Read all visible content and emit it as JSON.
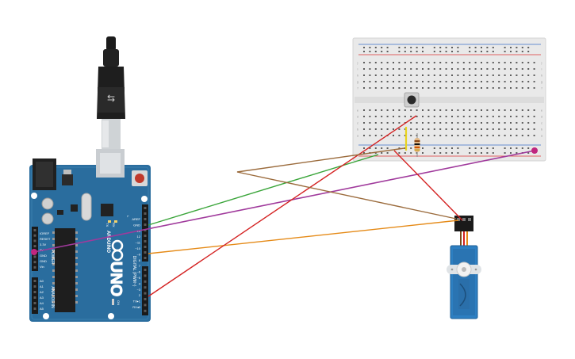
{
  "arduino": {
    "board_name": "UNO",
    "brand": "ARDUINO",
    "digital_label": "DIGITAL (PWM~)",
    "power_label": "POWER",
    "analog_label": "ANALOG IN",
    "tx_label": "TX",
    "rx_label": "RX",
    "led_label": "L",
    "on_label": "ON",
    "header_right": [
      "AREF",
      "GND",
      "13",
      "12",
      "~11",
      "~10",
      "~9",
      "8",
      "7",
      "~6",
      "~5",
      "4",
      "~3",
      "2",
      "TX▸1",
      "RX◂0"
    ],
    "header_power": [
      "IOREF",
      "RESET",
      "3.3V",
      "5V",
      "GND",
      "GND",
      "Vin"
    ],
    "header_analog": [
      "A0",
      "A1",
      "A2",
      "A3",
      "A4",
      "A5"
    ]
  },
  "breadboard": {
    "row_letters_top": [
      "j",
      "i",
      "h",
      "g",
      "f"
    ],
    "row_letters_bottom": [
      "e",
      "d",
      "c",
      "b",
      "a"
    ]
  },
  "wires": [
    {
      "name": "green",
      "color": "#3aa53a"
    },
    {
      "name": "purple",
      "color": "#a03a9c"
    },
    {
      "name": "orange",
      "color": "#e58a17"
    },
    {
      "name": "red-signal",
      "color": "#d42222"
    },
    {
      "name": "red-power",
      "color": "#d42222"
    },
    {
      "name": "brown",
      "color": "#9b6b3c"
    }
  ],
  "colors": {
    "board": "#2a6d9e",
    "board_dark": "#1f567f",
    "breadboard": "#e9e9e9",
    "servo": "#2d7fc2"
  }
}
